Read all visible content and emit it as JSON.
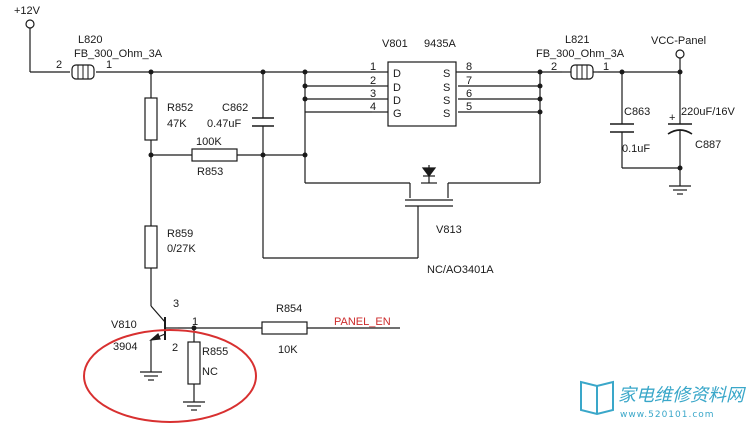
{
  "nets": {
    "vin": "+12V",
    "vout": "VCC-Panel",
    "enable": "PANEL_EN"
  },
  "components": {
    "l820": {
      "ref": "L820",
      "value": "FB_300_Ohm_3A",
      "pin_left": "2",
      "pin_right": "1"
    },
    "l821": {
      "ref": "L821",
      "value": "FB_300_Ohm_3A",
      "pin_left": "2",
      "pin_right": "1"
    },
    "r852": {
      "ref": "R852",
      "value": "47K"
    },
    "c862": {
      "ref": "C862",
      "value": "0.47uF"
    },
    "r853": {
      "ref": "R853",
      "value": "100K"
    },
    "v801": {
      "ref": "V801",
      "value": "9435A",
      "pins_left": [
        "1",
        "2",
        "3",
        "4"
      ],
      "pins_right": [
        "8",
        "7",
        "6",
        "5"
      ],
      "labels_left": [
        "D",
        "D",
        "D",
        "G"
      ],
      "labels_right": [
        "S",
        "S",
        "S",
        "S"
      ]
    },
    "v813": {
      "ref": "V813",
      "value": "NC/AO3401A"
    },
    "c863": {
      "ref": "C863",
      "value": "0.1uF"
    },
    "c887": {
      "ref": "C887",
      "value": "220uF/16V",
      "plus": "+"
    },
    "r859": {
      "ref": "R859",
      "value": "0/27K"
    },
    "v810": {
      "ref": "V810",
      "value": "3904",
      "pin_c": "3",
      "pin_b": "1",
      "pin_e": "2"
    },
    "r855": {
      "ref": "R855",
      "value": "NC"
    },
    "r854": {
      "ref": "R854",
      "value": "10K"
    }
  },
  "watermark": {
    "title": "家电维修资料网",
    "url": "www.520101.com"
  },
  "colors": {
    "wire": "#1a1a1a",
    "net_label": "#cc2b2b",
    "highlight_circle": "#d83030",
    "watermark": "#3aa7c9"
  }
}
